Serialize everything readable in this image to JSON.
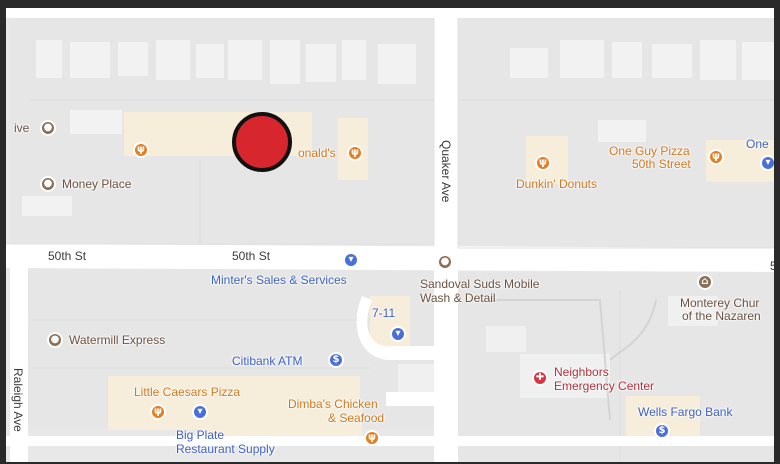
{
  "map": {
    "streets": {
      "fiftieth_left": "50th St",
      "fiftieth_mid": "50th St",
      "quaker": "Quaker Ave",
      "raleigh": "Raleigh Ave",
      "edge_s": "5"
    },
    "pois": {
      "live": "ive",
      "money_place": "Money Place",
      "mcdonalds": "onald's",
      "dunkin": "Dunkin' Donuts",
      "one_guy_line1": "One Guy Pizza",
      "one_guy_line2": "50th Street",
      "one_partial": "One",
      "minters": "Minter's Sales & Services",
      "sandoval_line1": "Sandoval Suds Mobile",
      "sandoval_line2": "Wash & Detail",
      "monterey_line1": "Monterey Chur",
      "monterey_line2": "of the Nazaren",
      "seven_eleven": "7-11",
      "watermill": "Watermill Express",
      "citibank": "Citibank ATM",
      "neighbors_line1": "Neighbors",
      "neighbors_line2": "Emergency Center",
      "little_caesars": "Little Caesars Pizza",
      "dimbas_line1": "Dimba's Chicken",
      "dimbas_line2": "& Seafood",
      "bigplate_line1": "Big Plate",
      "bigplate_line2": "Restaurant Supply",
      "wells_fargo": "Wells Fargo Bank"
    },
    "colors": {
      "block": "#e9e9e9",
      "road": "#ffffff",
      "building": "#f3f3f3",
      "commercial": "#f5ecd7",
      "marker": "#d7262e"
    }
  }
}
